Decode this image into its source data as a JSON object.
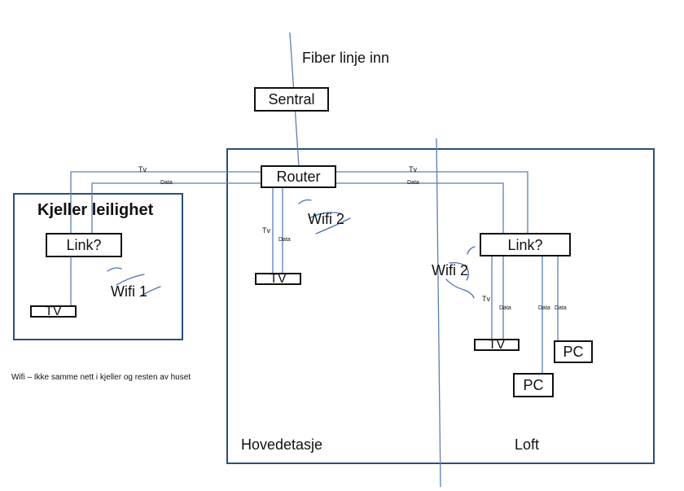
{
  "labels": {
    "fiber_in": "Fiber linje inn",
    "sentral": "Sentral",
    "router": "Router",
    "kjeller_title": "Kjeller leilighet",
    "link_kjeller": "Link?",
    "link_loft": "Link?",
    "wifi1": "Wifi 1",
    "wifi2_main": "Wifi 2",
    "wifi2_loft": "Wifi 2",
    "tv_kjeller": "TV",
    "tv_main": "TV",
    "tv_loft": "TV",
    "pc1": "PC",
    "pc2": "PC",
    "hovedetasje": "Hovedetasje",
    "loft": "Loft",
    "note": "Wifi – Ikke samme nett i kjeller og resten av huset",
    "line_tv": "Tv",
    "line_data": "Data"
  },
  "colors": {
    "zone_border": "#2b4f7a",
    "cable": "#5b7fb2",
    "wifi": "#4a72b0",
    "box_border": "#111111"
  }
}
